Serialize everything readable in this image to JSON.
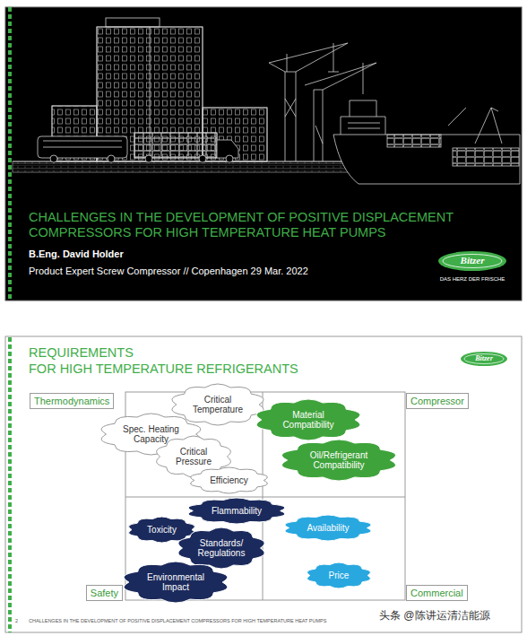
{
  "diagram": {
    "nodes": [
      {
        "text": [
          "Thermodynamics"
        ]
      },
      {
        "text": [
          "Compressor"
        ]
      },
      {
        "text": [
          "Critical Temperature"
        ]
      },
      {
        "text": [
          "Spec. Heating Capacity"
        ]
      },
      {
        "text": [
          "Material Compatibility"
        ]
      },
      {
        "text": [
          "Critical Pressure"
        ]
      },
      {
        "text": [
          "Oil/Refrigerant Compatibility"
        ]
      },
      {
        "text": [
          "Efficiency"
        ]
      },
      {
        "text": [
          "Flammability"
        ]
      },
      {
        "text": [
          "Toxicity"
        ]
      },
      {
        "text": [
          "Availability"
        ]
      },
      {
        "text": [
          "Standards/ Regulations"
        ]
      },
      {
        "text": [
          "Price"
        ]
      },
      {
        "text": [
          "Environmental Impact"
        ]
      },
      {
        "text": [
          "Safety"
        ]
      },
      {
        "text": [
          "Commercial"
        ]
      }
    ],
    "edges": [],
    "labels": [
      "CHALLENGES IN THE DEVELOPMENT OF POSITIVE DISPLACEMENT COMPRESSORS FOR HIGH TEMPERATURE HEAT PUMPS",
      "B.Eng. David Holder",
      "Product Expert Screw Compressor // Copenhagen 29 Mar. 2022",
      "Bitzer",
      "DAS HERZ DER FRISCHE",
      "REQUIREMENTS",
      "FOR HIGH TEMPERATURE REFRIGERANTS",
      "Bitzer",
      "2",
      "CHALLENGES IN THE DEVELOPMENT OF POSITIVE DISPLACEMENT COMPRESSORS FOR HIGH TEMPERATURE HEAT PUMPS",
      "头条 @陈讲运清洁能源"
    ]
  }
}
